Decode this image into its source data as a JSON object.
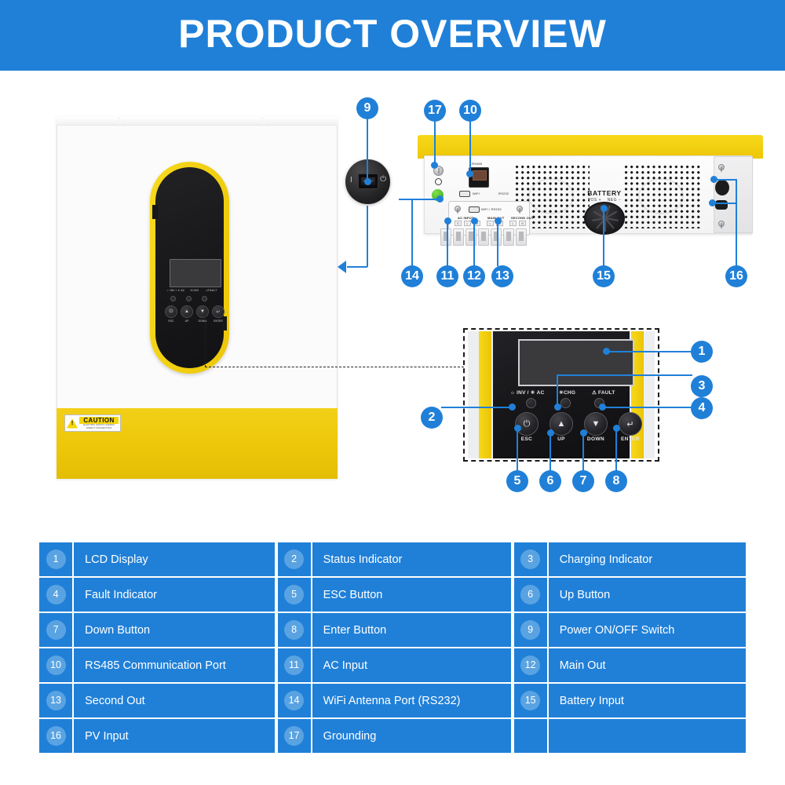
{
  "header": {
    "title": "PRODUCT OVERVIEW"
  },
  "product": {
    "caution": {
      "word": "CAUTION",
      "sub_line1": "ELECTRIC SHOCK HAZARD",
      "sub_line2": "DIRECT CONNECTION"
    },
    "front_panel": {
      "led_labels": [
        "INV /",
        "AC",
        "CHG",
        "FAULT"
      ],
      "button_labels": [
        "ESC",
        "UP",
        "DOWN",
        "ENTER"
      ]
    }
  },
  "power_switch": {
    "on_mark": "I",
    "off_mark": "⏻"
  },
  "rear_panel": {
    "rs485_label": "RS485",
    "wifi_label": "WiFi",
    "rs232_label": "RS232",
    "wifi_rs232_label": "WiFi / RS232",
    "battery": {
      "title": "BATTERY",
      "pos": "POS +",
      "neg": "NEG −"
    },
    "terminals": [
      {
        "header": "AC INPUT",
        "pins": [
          "G",
          "L",
          "N"
        ]
      },
      {
        "header": "MAIN OUT",
        "pins": [
          "L",
          "N"
        ]
      },
      {
        "header": "SECOND OUT",
        "pins": [
          "L",
          "N"
        ]
      }
    ]
  },
  "control_panel": {
    "led_group_1": "INV /",
    "led_group_2": "AC",
    "led_group_3": "CHG",
    "led_group_4": "FAULT",
    "sun_icon": "☀",
    "warn_icon": "⚠",
    "buttons": [
      {
        "label": "ESC",
        "glyph": "⏻"
      },
      {
        "label": "UP",
        "glyph": "▲"
      },
      {
        "label": "DOWN",
        "glyph": "▼"
      },
      {
        "label": "ENTER",
        "glyph": "↵"
      }
    ]
  },
  "callouts": [
    {
      "n": "1"
    },
    {
      "n": "2"
    },
    {
      "n": "3"
    },
    {
      "n": "4"
    },
    {
      "n": "5"
    },
    {
      "n": "6"
    },
    {
      "n": "7"
    },
    {
      "n": "8"
    },
    {
      "n": "9"
    },
    {
      "n": "10"
    },
    {
      "n": "11"
    },
    {
      "n": "12"
    },
    {
      "n": "13"
    },
    {
      "n": "14"
    },
    {
      "n": "15"
    },
    {
      "n": "16"
    },
    {
      "n": "17"
    }
  ],
  "legend": {
    "rows": [
      [
        {
          "num": "1",
          "label": "LCD Display"
        },
        {
          "num": "2",
          "label": "Status Indicator"
        },
        {
          "num": "3",
          "label": "Charging Indicator"
        }
      ],
      [
        {
          "num": "4",
          "label": "Fault Indicator"
        },
        {
          "num": "5",
          "label": "ESC Button"
        },
        {
          "num": "6",
          "label": "Up Button"
        }
      ],
      [
        {
          "num": "7",
          "label": "Down Button"
        },
        {
          "num": "8",
          "label": "Enter Button"
        },
        {
          "num": "9",
          "label": "Power ON/OFF Switch"
        }
      ],
      [
        {
          "num": "10",
          "label": "RS485 Communication Port"
        },
        {
          "num": "11",
          "label": "AC Input"
        },
        {
          "num": "12",
          "label": "Main Out"
        }
      ],
      [
        {
          "num": "13",
          "label": "Second Out"
        },
        {
          "num": "14",
          "label": "WiFi Antenna Port (RS232)"
        },
        {
          "num": "15",
          "label": "Battery Input"
        }
      ],
      [
        {
          "num": "16",
          "label": "PV Input"
        },
        {
          "num": "17",
          "label": "Grounding"
        },
        {
          "num": "",
          "label": ""
        }
      ]
    ]
  },
  "colors": {
    "brand_blue": "#2080d8",
    "badge_blue": "#5aa3e2",
    "product_yellow": "#edc708",
    "panel_black": "#17171a"
  }
}
